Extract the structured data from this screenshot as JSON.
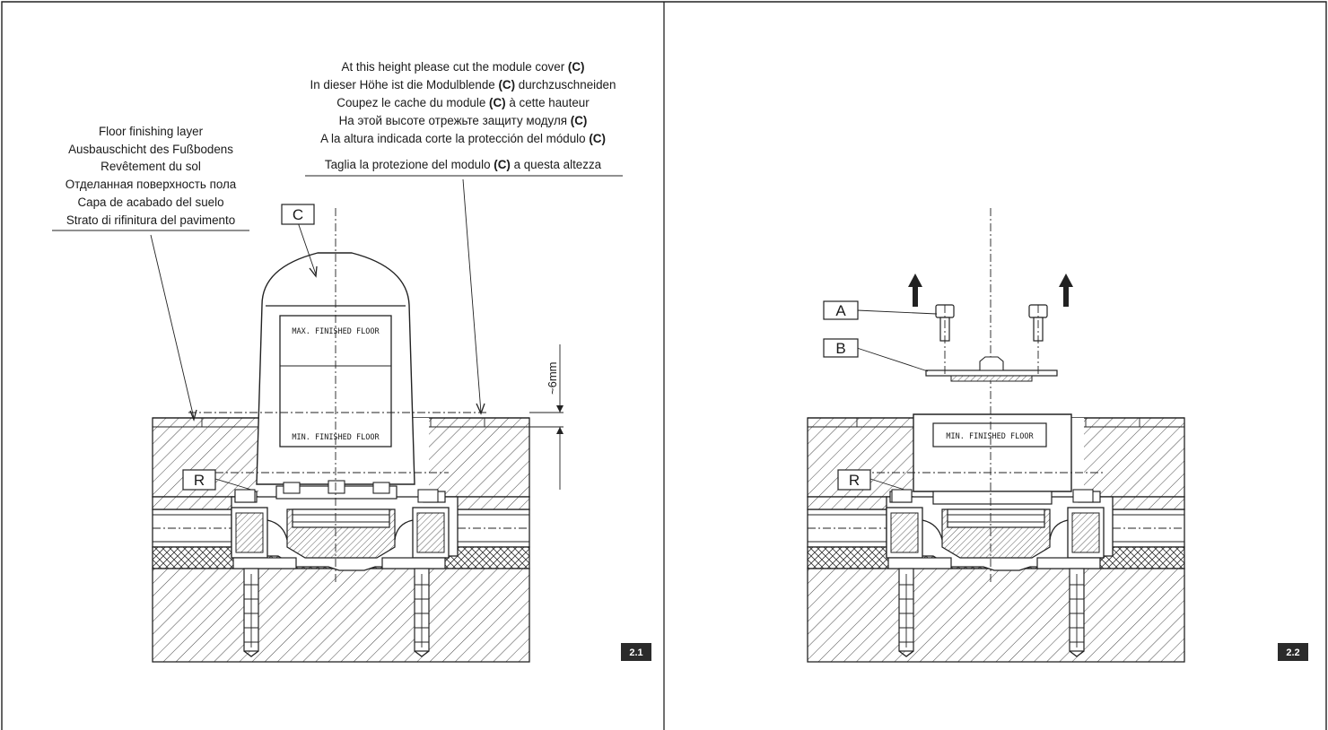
{
  "figures": [
    {
      "number": "2.1",
      "floor_note": [
        "Floor finishing layer",
        "Ausbauschicht des Fußbodens",
        "Revêtement du sol",
        "Отделанная поверхность пола",
        "Capa de acabado del suelo",
        "Strato di rifinitura del pavimento"
      ],
      "cut_note": [
        {
          "pre": "At this height please cut the module cover ",
          "bold": "(C)",
          "post": ""
        },
        {
          "pre": "In dieser Höhe ist die Modulblende ",
          "bold": "(C)",
          "post": " durchzuschneiden"
        },
        {
          "pre": "Coupez le cache du module ",
          "bold": "(C)",
          "post": " à cette hauteur"
        },
        {
          "pre": "На этой высоте отрежьте защиту модуля ",
          "bold": "(C)",
          "post": ""
        },
        {
          "pre": "A la altura indicada corte la protección del módulo ",
          "bold": "(C)",
          "post": ""
        },
        {
          "pre": "Taglia la protezione del modulo ",
          "bold": "(C)",
          "post": " a questa altezza"
        }
      ],
      "labels": {
        "cover": "C",
        "ring": "R"
      },
      "max_floor": "MAX. FINISHED FLOOR",
      "min_floor": "MIN. FINISHED FLOOR",
      "dimension": "~6mm"
    },
    {
      "number": "2.2",
      "labels": {
        "screw": "A",
        "plate": "B",
        "ring": "R"
      },
      "min_floor": "MIN. FINISHED FLOOR"
    }
  ]
}
